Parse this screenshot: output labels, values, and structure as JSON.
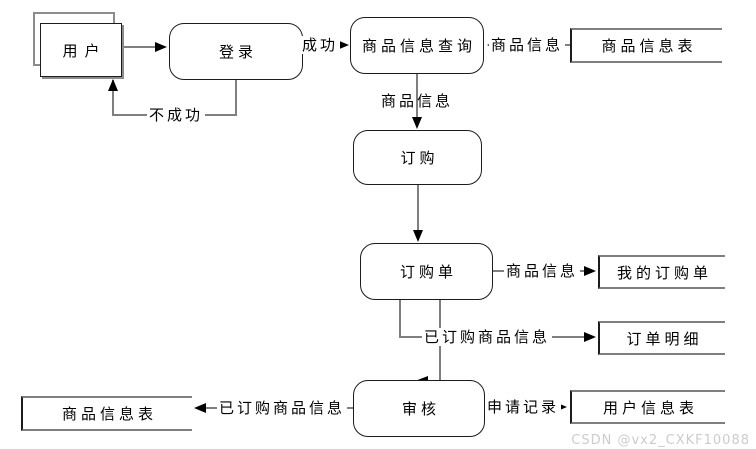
{
  "entities": {
    "user": {
      "label": "用户"
    }
  },
  "processes": {
    "login": {
      "label": "登录"
    },
    "query": {
      "label": "商品信息查询"
    },
    "order": {
      "label": "订购"
    },
    "order_form": {
      "label": "订购单"
    },
    "review": {
      "label": "审核"
    }
  },
  "datastores": {
    "product_table_top": {
      "label": "商品信息表"
    },
    "my_order_form": {
      "label": "我的订购单"
    },
    "order_detail": {
      "label": "订单明细"
    },
    "user_table": {
      "label": "用户信息表"
    },
    "product_table_bottom": {
      "label": "商品信息表"
    }
  },
  "edge_labels": {
    "success": "成功",
    "fail": "不成功",
    "product_info_to_query": "商品信息",
    "product_info_to_order": "商品信息",
    "product_info_to_my_orders": "商品信息",
    "ordered_info_to_detail": "已订购商品信息",
    "ordered_info_to_product_table": "已订购商品信息",
    "apply_record": "申请记录"
  },
  "watermark": "CSDN @vx2_CXKF10088",
  "colors": {
    "connector": "#7f7f7f",
    "node_border": "#1c1c1c",
    "arrowhead": "#000000",
    "datastore_line": "#7f7f7f",
    "watermark": "#cccccc",
    "background": "#ffffff"
  }
}
